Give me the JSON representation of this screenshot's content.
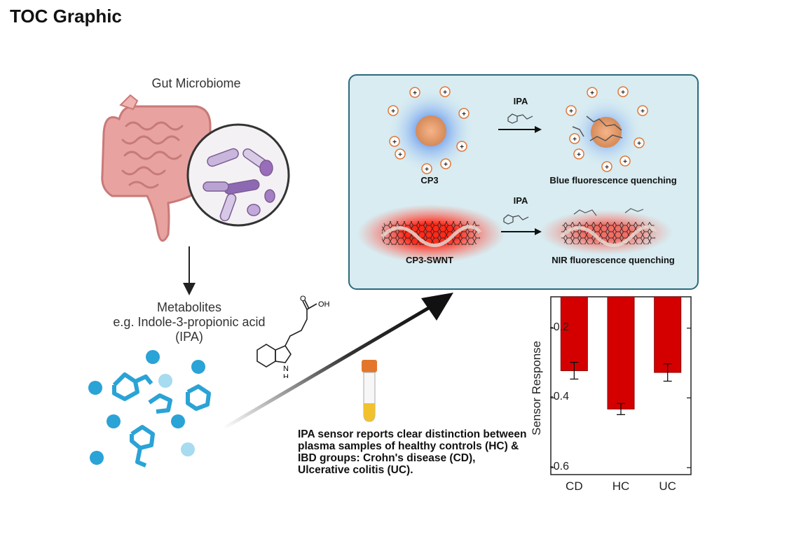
{
  "page": {
    "title": "TOC Graphic"
  },
  "gut": {
    "label": "Gut Microbiome"
  },
  "metabolites": {
    "line1": "Metabolites",
    "line2": "e.g. Indole-3-propionic acid",
    "line3": "(IPA)"
  },
  "molecule": {
    "oh_label": "OH",
    "o_label": "O",
    "nh_label": "N",
    "h_label": "H"
  },
  "panel": {
    "ipa_label_top": "IPA",
    "ipa_label_bottom": "IPA",
    "cp3_caption": "CP3",
    "blue_caption": "Blue fluorescence quenching",
    "swnt_caption": "CP3-SWNT",
    "nir_caption": "NIR fluorescence quenching"
  },
  "summary": {
    "text": "IPA sensor reports clear distinction between plasma samples of healthy controls (HC) & IBD groups: Crohn's disease (CD), Ulcerative colitis (UC)."
  },
  "colors": {
    "bar": "#d40000",
    "panel_border": "#2b6a7a",
    "panel_bg": "#d8ecf1"
  },
  "chart_data": {
    "type": "bar",
    "categories": [
      "CD",
      "HC",
      "UC"
    ],
    "values": [
      -0.322,
      -0.432,
      -0.327
    ],
    "errors": [
      0.024,
      0.016,
      0.025
    ],
    "ylabel": "Sensor Response",
    "ylim": [
      -0.62,
      -0.11
    ],
    "yticks": [
      -0.2,
      -0.4,
      -0.6
    ],
    "ytick_labels": [
      "-0.2",
      "-0.4",
      "-0.6"
    ]
  }
}
